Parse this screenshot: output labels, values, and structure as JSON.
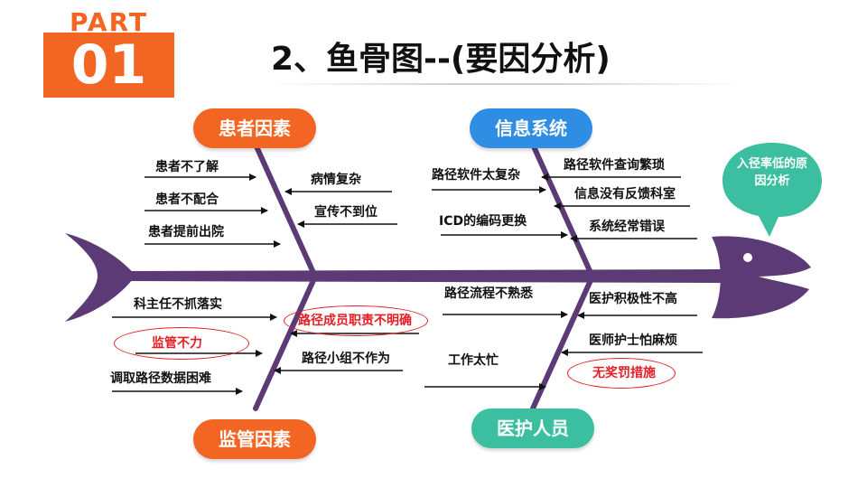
{
  "badge": {
    "part": "PART",
    "number": "01"
  },
  "title": "2、鱼骨图--(要因分析)",
  "head_label": "入径率低的原因分析",
  "colors": {
    "accent": "#f26522",
    "blue": "#2f8de4",
    "teal": "#3cbfa0",
    "bone": "#5b3a75",
    "highlight": "#e31e24"
  },
  "categories": {
    "patient": "患者因素",
    "info": "信息系统",
    "supervision": "监管因素",
    "medical": "医护人员"
  },
  "causes": {
    "patient_left": [
      "患者不了解",
      "患者不配合",
      "患者提前出院"
    ],
    "patient_right": [
      "病情复杂",
      "宣传不到位"
    ],
    "info_left": [
      "路径软件太复杂",
      "ICD的编码更换"
    ],
    "info_right": [
      "路径软件查询繁琐",
      "信息没有反馈科室",
      "系统经常错误"
    ],
    "supervision_left": [
      "科主任不抓落实",
      "监管不力",
      "调取路径数据困难"
    ],
    "supervision_right": [
      "路径成员职责不明确",
      "路径小组不作为"
    ],
    "medical_left": [
      "路径流程不熟悉",
      "工作太忙"
    ],
    "medical_right": [
      "医护积极性不高",
      "医师护士怕麻烦",
      "无奖罚措施"
    ]
  }
}
